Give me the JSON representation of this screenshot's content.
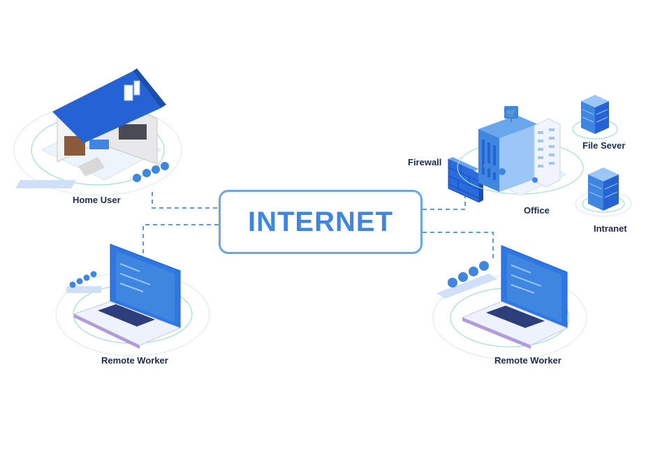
{
  "center": {
    "label": "INTERNET"
  },
  "nodes": {
    "home_user": "Home User",
    "remote_worker_left": "Remote Worker",
    "remote_worker_right": "Remote Worker",
    "firewall": "Firewall",
    "office": "Office",
    "file_server": "File Sever",
    "intranet": "Intranet"
  },
  "colors": {
    "primary_blue": "#3f86e0",
    "dark_blue": "#1e5fc9",
    "light_blue": "#9cc6f5",
    "connector": "#5b9be6",
    "ring_green": "#7fd8c8",
    "label_text": "#1d2a4d"
  }
}
